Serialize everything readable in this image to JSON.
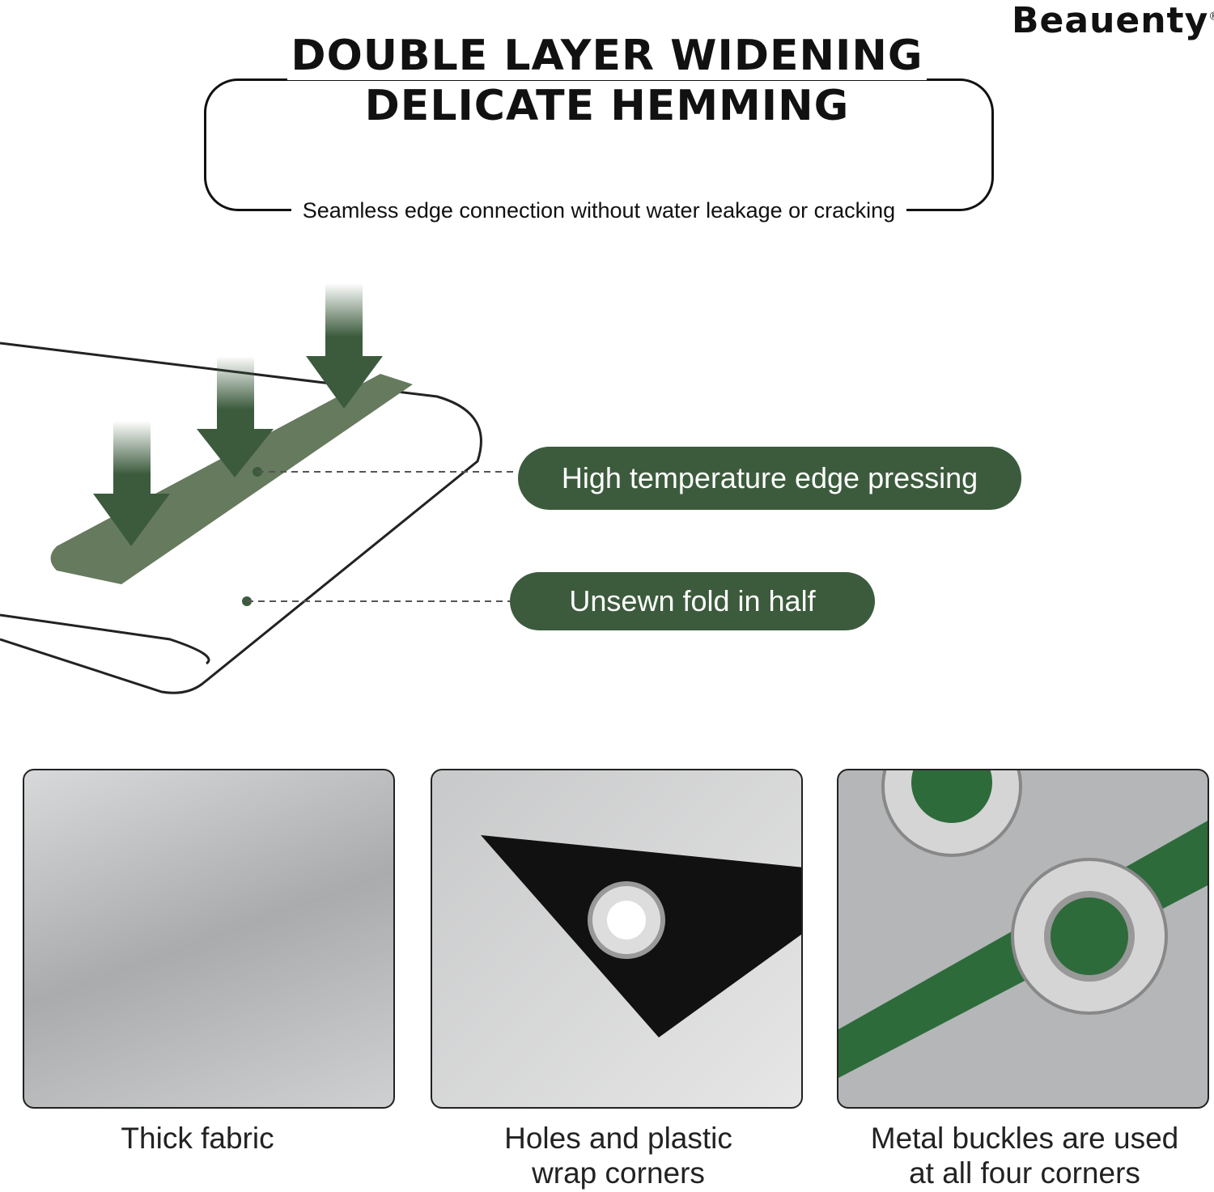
{
  "brand": {
    "name": "Beauenty",
    "mark": "®"
  },
  "header": {
    "line1": "DOUBLE LAYER WIDENING",
    "line2": "DELICATE HEMMING",
    "subtitle": "Seamless edge connection without water leakage or cracking"
  },
  "callouts": [
    {
      "label": "High temperature edge pressing"
    },
    {
      "label": "Unsewn fold in half"
    }
  ],
  "colors": {
    "accent": "#3c5b3d",
    "silver": "#b9bbbd"
  },
  "features": [
    {
      "caption": "Thick fabric"
    },
    {
      "caption_l1": "Holes and plastic",
      "caption_l2": "wrap corners"
    },
    {
      "caption_l1": "Metal buckles are used",
      "caption_l2": "at all four corners"
    }
  ]
}
